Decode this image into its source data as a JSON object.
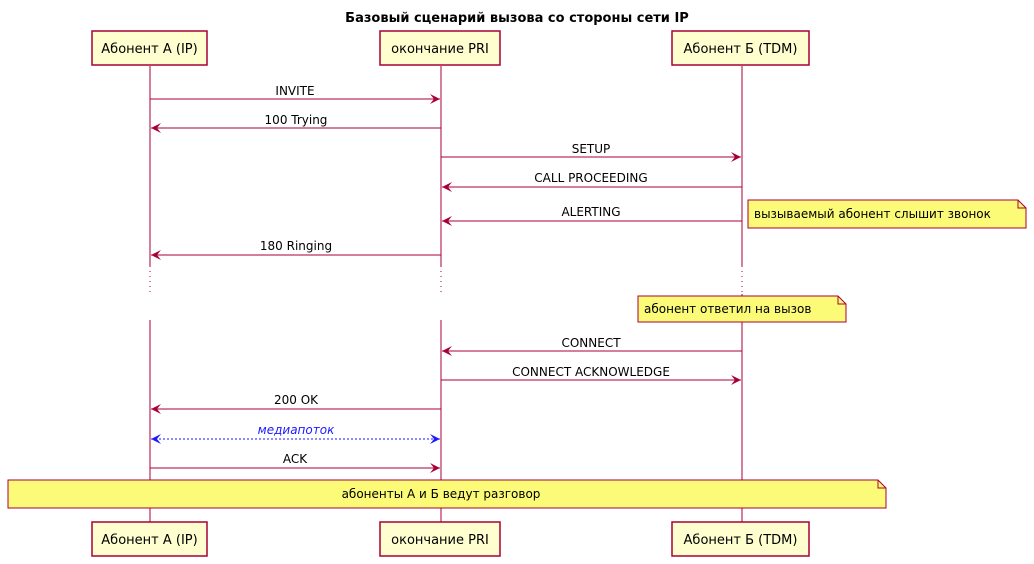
{
  "title": "Базовый сценарий вызова со стороны сети IP",
  "colors": {
    "actor_fill": "#fefece",
    "actor_stroke": "#a80036",
    "lifeline": "#a80036",
    "arrow": "#a80036",
    "media_arrow": "#1a1aff",
    "note_fill": "#fbfb77",
    "note_stroke": "#a80036"
  },
  "actors": [
    {
      "label": "Абонент А (IP)"
    },
    {
      "label": "окончание PRI"
    },
    {
      "label": "Абонент Б (TDM)"
    }
  ],
  "messages": [
    {
      "label": "INVITE",
      "from": 0,
      "to": 1
    },
    {
      "label": "100 Trying",
      "from": 1,
      "to": 0
    },
    {
      "label": "SETUP",
      "from": 1,
      "to": 2
    },
    {
      "label": "CALL PROCEEDING",
      "from": 2,
      "to": 1
    },
    {
      "label": "ALERTING",
      "from": 2,
      "to": 1
    },
    {
      "label": "180 Ringing",
      "from": 1,
      "to": 0
    },
    {
      "label": "CONNECT",
      "from": 2,
      "to": 1
    },
    {
      "label": "CONNECT ACKNOWLEDGE",
      "from": 1,
      "to": 2
    },
    {
      "label": "200 OK",
      "from": 1,
      "to": 0
    },
    {
      "label": "медиапоток",
      "from": 0,
      "to": 1,
      "style": "dashed-bidirectional"
    },
    {
      "label": "ACK",
      "from": 0,
      "to": 1
    }
  ],
  "notes": [
    {
      "label": "вызываемый абонент слышит звонок"
    },
    {
      "label": "абонент ответил на вызов"
    },
    {
      "label": "абоненты А и Б ведут разговор"
    }
  ]
}
